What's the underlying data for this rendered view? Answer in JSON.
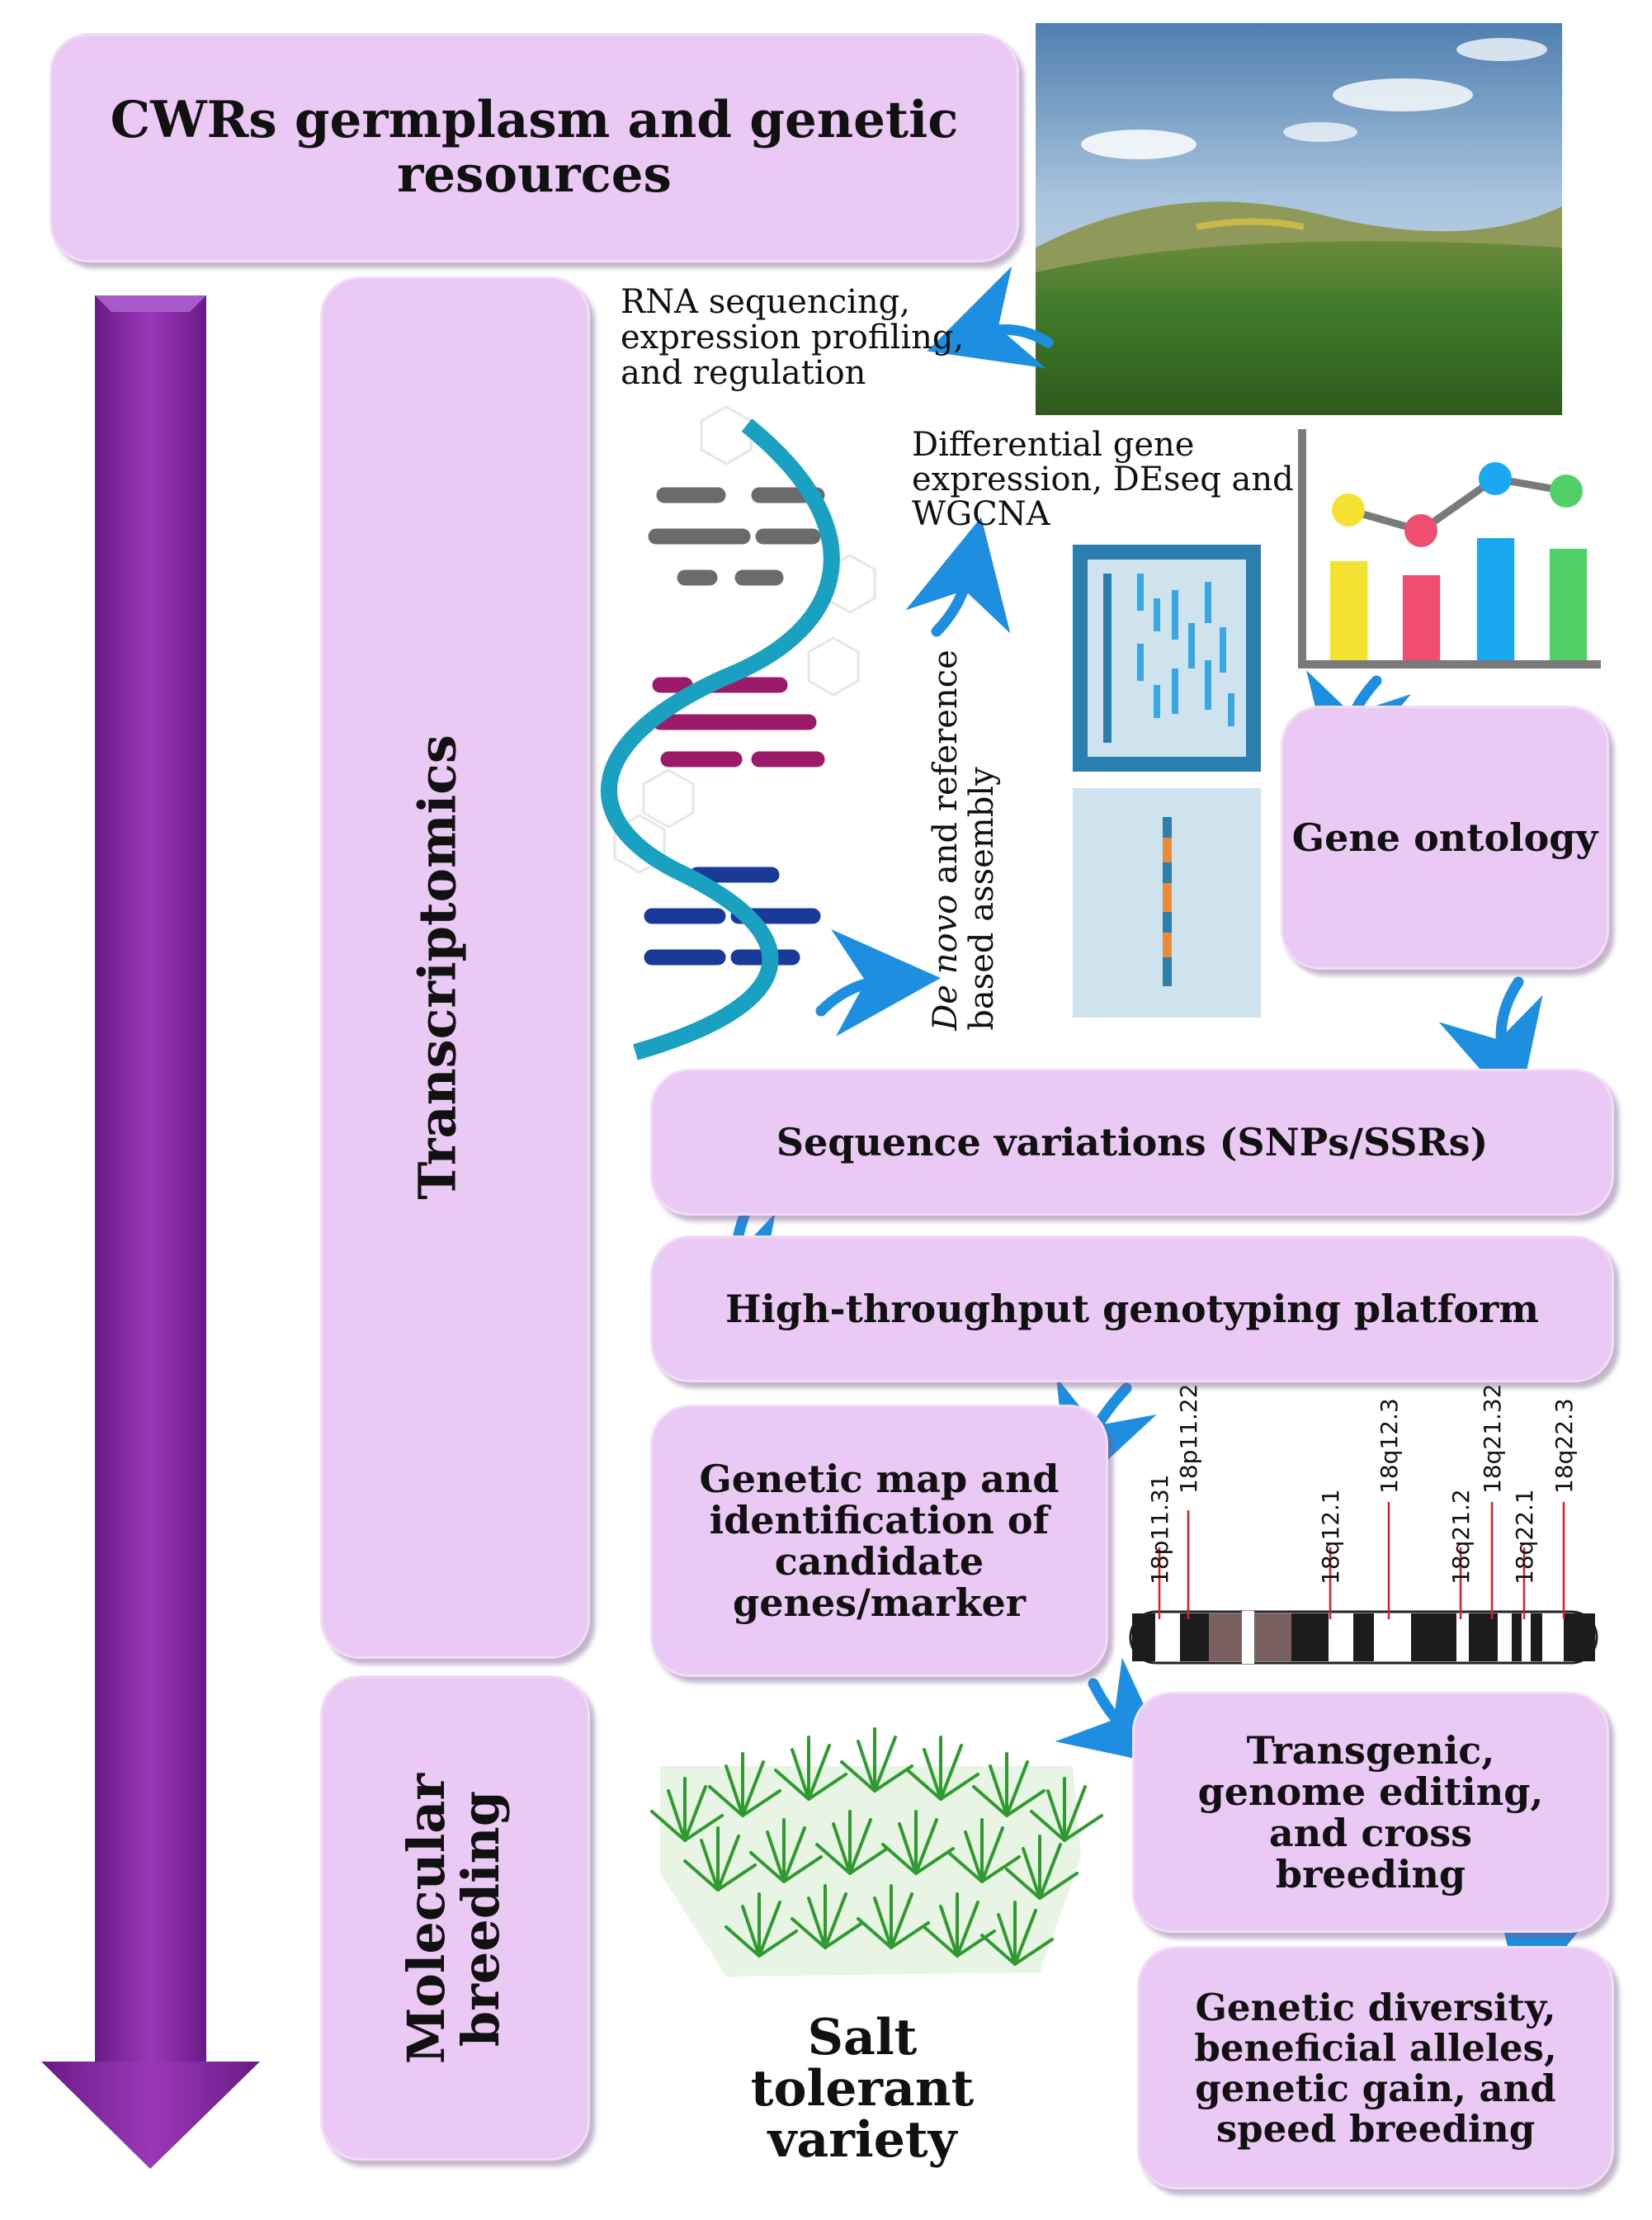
{
  "boxes": {
    "cwr_title": "CWRs germplasm and genetic resources",
    "transcriptomics": "Transcriptomics",
    "molecular_breeding_line1": "Molecular",
    "molecular_breeding_line2": "breeding",
    "gene_ontology": "Gene ontology",
    "sequence_variations": "Sequence variations (SNPs/SSRs)",
    "genotyping_platform": "High-throughput genotyping platform",
    "genetic_map": "Genetic map and identification of candidate genes/marker",
    "transgenic": "Transgenic, genome editing, and cross breeding",
    "genetic_diversity": "Genetic diversity, beneficial alleles, genetic gain, and speed breeding"
  },
  "labels": {
    "rna_seq_line1": "RNA sequencing,",
    "rna_seq_line2": "expression profiling,",
    "rna_seq_line3": "and regulation",
    "dge_line1": "Differential gene",
    "dge_line2": "expression, DEseq and",
    "dge_line3": "WGCNA",
    "assembly_italic": "De novo",
    "assembly_rest": " and reference",
    "assembly_line2": "based assembly",
    "salt_line1": "Salt tolerant",
    "salt_line2": "variety"
  },
  "chromosome_bands": [
    "18p11.31",
    "18p11.22",
    "18q12.1",
    "18q12.3",
    "18q21.2",
    "18q21.32",
    "18q22.1",
    "18q22.3"
  ],
  "colors": {
    "box_fill": "#ebc9f5",
    "main_arrow": "#8a2aa8",
    "flow_arrow": "#1e8fe0",
    "dna_strand": "#1aa0c0",
    "heatmap_frame": "#2a7fae"
  },
  "icons": [
    "field-photo",
    "dna-helix-icon",
    "heatmap-icon",
    "line-bar-chart-icon",
    "chromosome-ideogram",
    "grass-field-icon"
  ]
}
